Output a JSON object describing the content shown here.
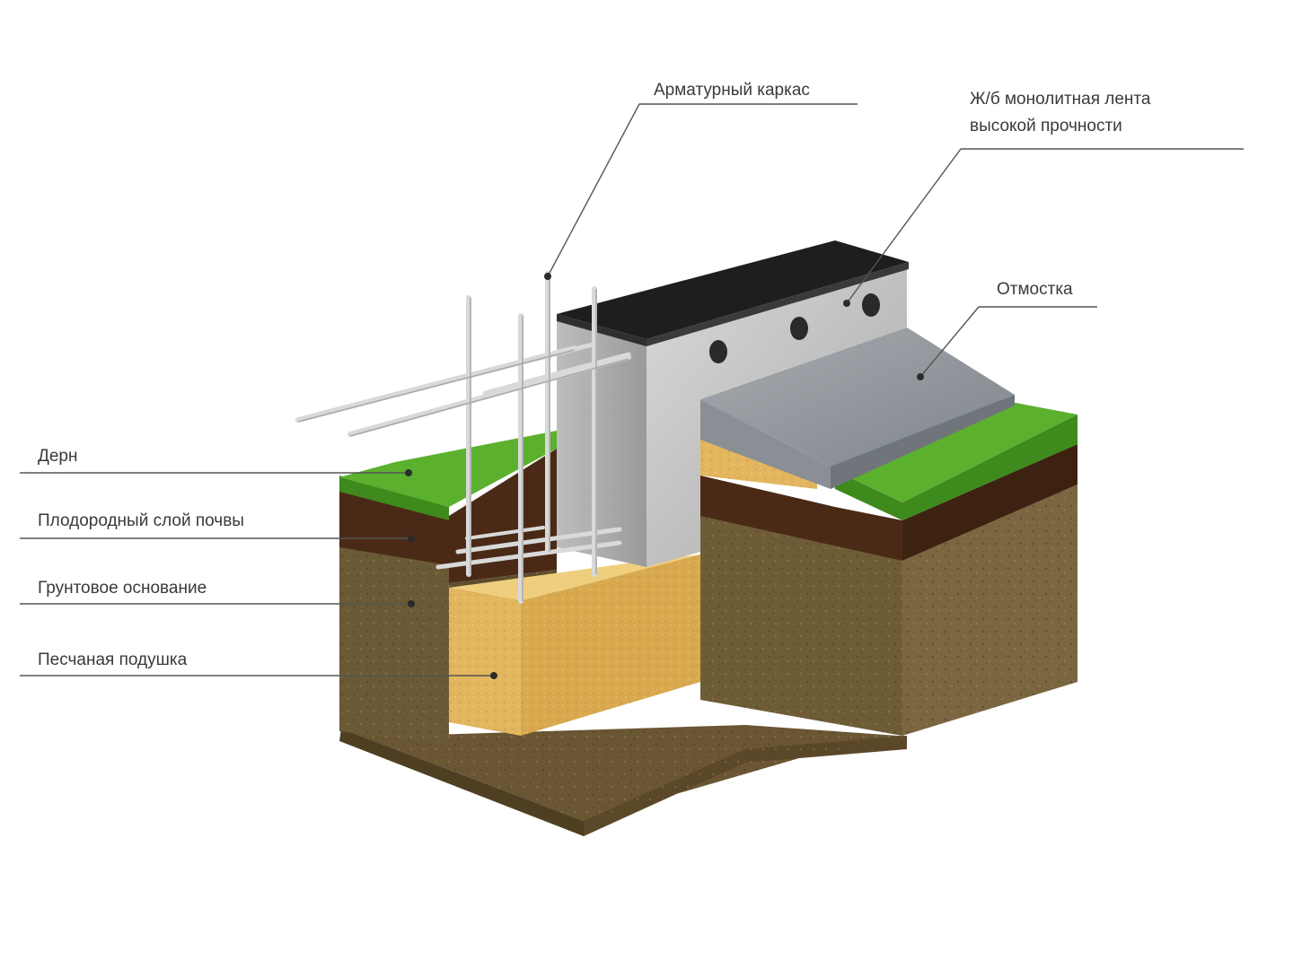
{
  "labels": {
    "rebar_cage": "Арматурный каркас",
    "rc_strip_line1": "Ж/б монолитная лента",
    "rc_strip_line2": "высокой прочности",
    "blind_area": "Отмостка",
    "turf": "Дерн",
    "topsoil": "Плодородный слой почвы",
    "ground_base": "Грунтовое основание",
    "sand_cushion": "Песчаная подушка"
  },
  "colors": {
    "grass": "#5bb02e",
    "grass_dark": "#3f8a1c",
    "topsoil": "#4a2a17",
    "ground": "#6b5a36",
    "ground_light": "#8a7447",
    "sand": "#e2b65e",
    "concrete": "#c9c9c9",
    "concrete_dark": "#9e9e9e",
    "waterproof": "#1e1e1e",
    "blind_area": "#8c9096",
    "rebar": "#d9d9d9"
  }
}
